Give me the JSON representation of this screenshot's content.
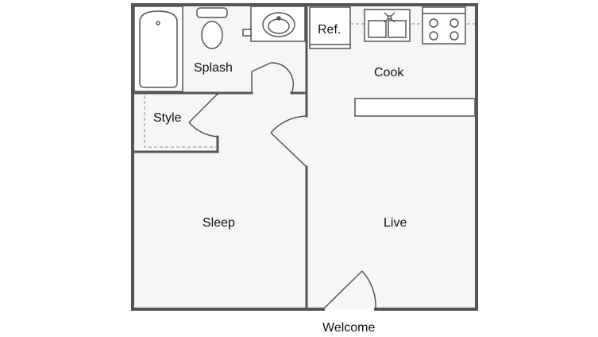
{
  "floorplan": {
    "colors": {
      "wall": "#555555",
      "floor": "#f6f6f6",
      "fixture": "#555555",
      "counter": "#ffffff",
      "dashed": "#8c8c8c"
    },
    "rooms": {
      "splash": "Splash",
      "style": "Style",
      "sleep": "Sleep",
      "cook": "Cook",
      "live": "Live",
      "ref": "Ref."
    },
    "entry_label": "Welcome",
    "fixtures": [
      "bathtub-icon",
      "toilet-icon",
      "bathroom-sink-icon",
      "refrigerator-icon",
      "kitchen-sink-icon",
      "stove-icon",
      "kitchen-counter"
    ],
    "doors": [
      "bathroom-door",
      "closet-door",
      "bedroom-door",
      "entry-door"
    ]
  }
}
